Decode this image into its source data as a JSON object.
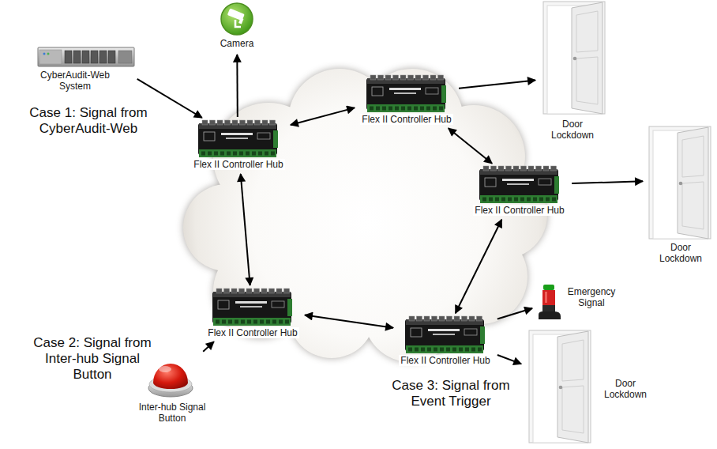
{
  "diagram": {
    "nodes": [
      {
        "text": [
          "Camera"
        ]
      },
      {
        "text": [
          "Door Lockdown"
        ]
      },
      {
        "text": [
          "CyberAudit-Web System"
        ]
      },
      {
        "text": [
          "Flex II Controller Hub"
        ]
      },
      {
        "text": [
          "Flex II Controller Hub"
        ]
      },
      {
        "text": [
          "Door Lockdown"
        ]
      },
      {
        "text": [
          "Flex II Controller Hub"
        ]
      },
      {
        "text": [
          "Emergency Signal"
        ]
      },
      {
        "text": [
          "Flex II Controller Hub"
        ]
      },
      {
        "text": [
          "Flex II Controller Hub"
        ]
      },
      {
        "text": [
          "Door Lockdown"
        ]
      },
      {
        "text": [
          "Inter-hub Signal Button"
        ]
      }
    ],
    "edges": [
      {
        "from": 2,
        "to": 4,
        "arrow": "to"
      },
      {
        "from": 4,
        "to": 0,
        "arrow": "to"
      },
      {
        "from": 4,
        "to": 3,
        "arrow": "both"
      },
      {
        "from": 3,
        "to": 1,
        "arrow": "to"
      },
      {
        "from": 3,
        "to": 6,
        "arrow": "both"
      },
      {
        "from": 6,
        "to": 5,
        "arrow": "to"
      },
      {
        "from": 6,
        "to": 9,
        "arrow": "both"
      },
      {
        "from": 9,
        "to": 8,
        "arrow": "both"
      },
      {
        "from": 8,
        "to": 4,
        "arrow": "both"
      },
      {
        "from": 11,
        "to": 8,
        "arrow": "to"
      },
      {
        "from": 9,
        "to": 7,
        "arrow": "to"
      },
      {
        "from": 9,
        "to": 10,
        "arrow": "to"
      }
    ],
    "labels": [
      "Case 1: Signal from CyberAudit-Web",
      "Case 2: Signal from Inter-hub Signal Button",
      "Case 3: Signal from Event Trigger"
    ]
  }
}
